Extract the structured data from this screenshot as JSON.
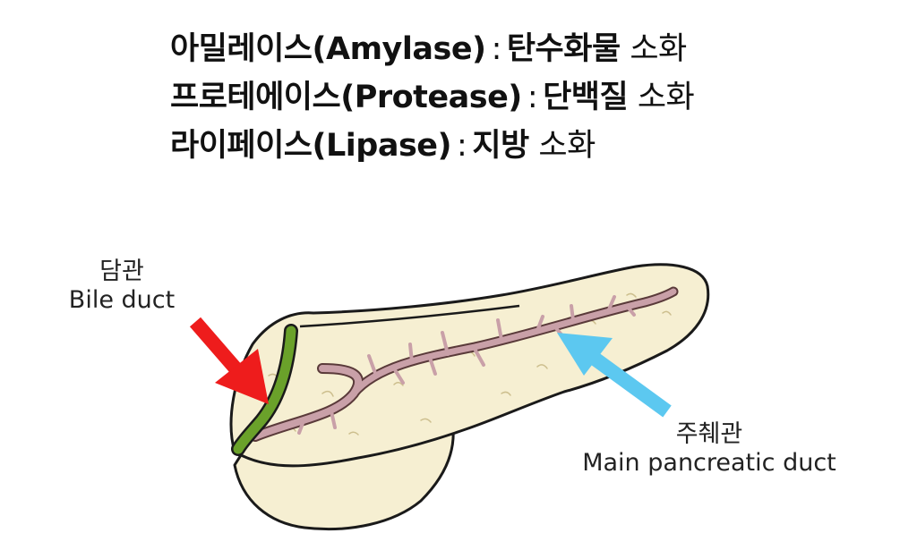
{
  "enzymes": [
    {
      "name": "아밀레이스(Amylase)",
      "separator": ":",
      "target": "탄수화물",
      "suffix": "소화"
    },
    {
      "name": "프로테에이스(Protease)",
      "separator": ":",
      "target": "단백질",
      "suffix": "소화"
    },
    {
      "name": "라이페이스(Lipase)",
      "separator": ":",
      "target": "지방",
      "suffix": "소화"
    }
  ],
  "labels": {
    "bile_duct": {
      "ko": "담관",
      "en": "Bile duct"
    },
    "main_duct": {
      "ko": "주췌관",
      "en": "Main pancreatic duct"
    }
  },
  "colors": {
    "pancreas_fill": "#f6efd2",
    "pancreas_outline": "#1a1a1a",
    "duct": "#c9a0a8",
    "bile_duct": "#6aa12a",
    "arrow_bile": "#ee1c1c",
    "arrow_main": "#5cc8f0"
  }
}
